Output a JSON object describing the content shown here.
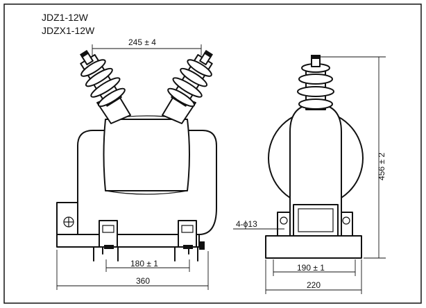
{
  "titles": {
    "model_1": "JDZ1-12W",
    "model_2": "JDZX1-12W"
  },
  "dimensions": {
    "insulator_spacing": "245 ± 4",
    "base_hole_spacing_front": "180 ± 1",
    "overall_width_front": "360",
    "overall_height": "456 ± 2",
    "mounting_holes": "4-ϕ13",
    "base_hole_spacing_side": "190 ± 1",
    "overall_width_side": "220"
  },
  "colors": {
    "ink": "#111111",
    "paper": "#ffffff"
  }
}
